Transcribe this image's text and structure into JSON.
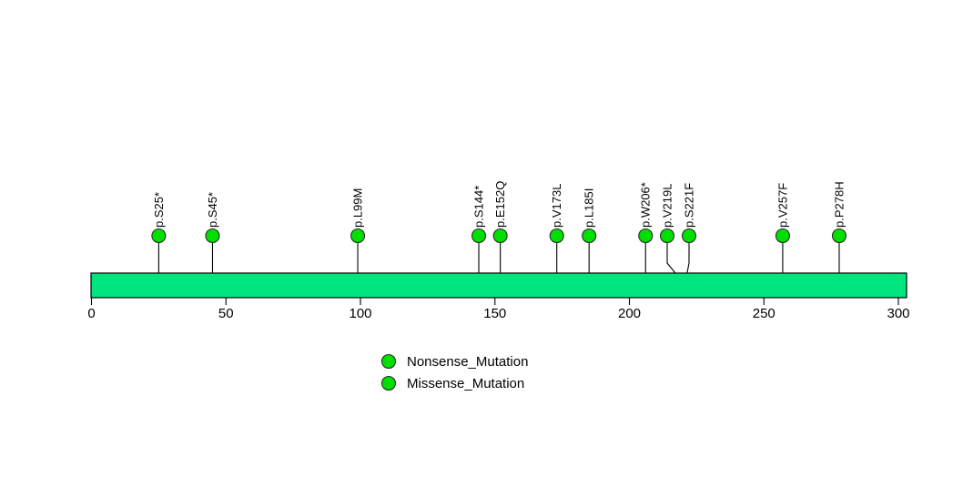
{
  "chart_data": {
    "type": "lollipop",
    "title": "",
    "xlabel": "",
    "ylabel": "",
    "xlim": [
      0,
      303
    ],
    "grid": false,
    "protein": {
      "length": 303,
      "bar_color": "#00E57E",
      "bar_outline": "#000000"
    },
    "axis": {
      "ticks": [
        0,
        50,
        100,
        150,
        200,
        250,
        300
      ],
      "tick_labels": [
        "0",
        "50",
        "100",
        "150",
        "200",
        "250",
        "300"
      ]
    },
    "marker_color": "#00E000",
    "marker_outline": "#2b2b2b",
    "mutations": [
      {
        "label": "p.S25*",
        "position": 25,
        "type": "Nonsense_Mutation",
        "count": 1,
        "bend": false
      },
      {
        "label": "p.S45*",
        "position": 45,
        "type": "Nonsense_Mutation",
        "count": 1,
        "bend": false
      },
      {
        "label": "p.L99M",
        "position": 99,
        "type": "Missense_Mutation",
        "count": 1,
        "bend": false
      },
      {
        "label": "p.S144*",
        "position": 144,
        "type": "Nonsense_Mutation",
        "count": 1,
        "bend": false
      },
      {
        "label": "p.E152Q",
        "position": 152,
        "type": "Missense_Mutation",
        "count": 1,
        "bend": false
      },
      {
        "label": "p.V173L",
        "position": 173,
        "type": "Missense_Mutation",
        "count": 1,
        "bend": false
      },
      {
        "label": "p.L185I",
        "position": 185,
        "type": "Missense_Mutation",
        "count": 1,
        "bend": false
      },
      {
        "label": "p.W206*",
        "position": 206,
        "type": "Nonsense_Mutation",
        "count": 1,
        "bend": false
      },
      {
        "label": "p.V219L",
        "position": 219,
        "type": "Missense_Mutation",
        "count": 1,
        "bend": true,
        "label_x": 733
      },
      {
        "label": "p.S221F",
        "position": 221,
        "type": "Missense_Mutation",
        "count": 1,
        "bend": true,
        "label_x": 757
      },
      {
        "label": "p.V257F",
        "position": 257,
        "type": "Missense_Mutation",
        "count": 1,
        "bend": false
      },
      {
        "label": "p.P278H",
        "position": 278,
        "type": "Missense_Mutation",
        "count": 1,
        "bend": false
      }
    ],
    "legend": {
      "position": "bottom-center",
      "entries": [
        {
          "label": "Nonsense_Mutation",
          "color": "#00E000"
        },
        {
          "label": "Missense_Mutation",
          "color": "#00E000"
        }
      ]
    }
  }
}
